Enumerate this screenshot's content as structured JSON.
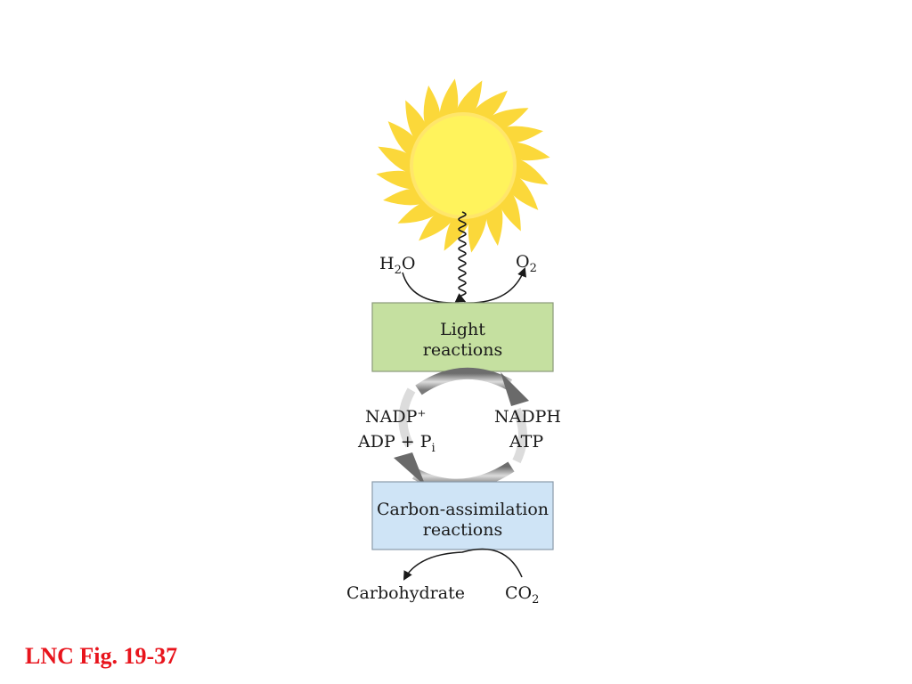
{
  "light_box": {
    "line1": "Light",
    "line2": "reactions",
    "fill": "#c5e0a0",
    "stroke": "#8a9a7a"
  },
  "carbon_box": {
    "line1": "Carbon-assimilation",
    "line2": "reactions",
    "fill": "#cfe4f6",
    "stroke": "#8a9aaa"
  },
  "inputs_top": {
    "water": {
      "main": "H",
      "sub": "2",
      "tail": "O"
    }
  },
  "outputs_top": {
    "oxygen": {
      "main": "O",
      "sub": "2"
    }
  },
  "cycle_left": {
    "line1": "NADP⁺",
    "line2_main": "ADP + P",
    "line2_sub": "i"
  },
  "cycle_right": {
    "line1": "NADPH",
    "line2": "ATP"
  },
  "bottom": {
    "carbohydrate": "Carbohydrate",
    "co2": {
      "main": "CO",
      "sub": "2"
    }
  },
  "caption": "LNC Fig. 19-37",
  "colors": {
    "sun_core": "#fff35c",
    "sun_rays": "#fbd83a",
    "caption": "#e8141c"
  },
  "icons": {
    "sun": "sun-icon",
    "light_wave": "wavy-arrow-icon"
  }
}
